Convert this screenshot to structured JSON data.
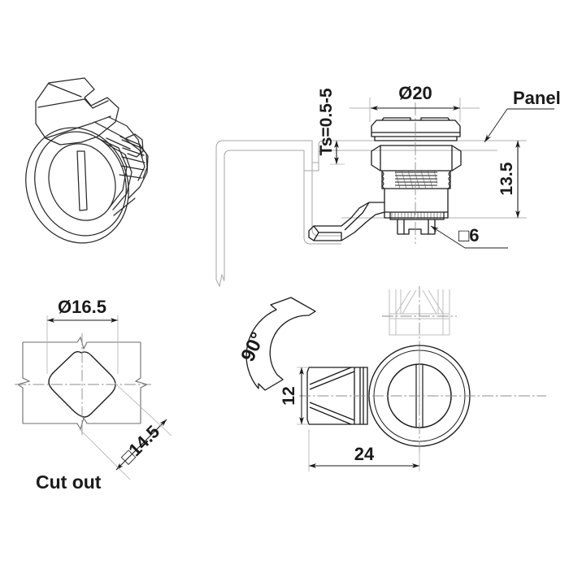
{
  "drawing": {
    "title": "Cam lock technical drawing",
    "type": "engineering-drawing",
    "background_color": "#ffffff",
    "line_color": "#1a1a1a",
    "construction_line_color": "#9a9a9a",
    "center_line_color": "#8a8a8a"
  },
  "views": {
    "isometric": {
      "name": "isometric-product-view",
      "description": "3D line art of cam lock with wing handle and round bezel"
    },
    "side_section": {
      "name": "side-elevation-view",
      "description": "Side elevation of lock installed through panel with cam arm"
    },
    "cutout": {
      "name": "panel-cutout-view",
      "description": "Panel cut out detail showing rotated rounded square hole",
      "caption": "Cut out"
    },
    "cam_plan": {
      "name": "cam-plan-view",
      "description": "Plan view of cam showing rotation and cam dimensions"
    }
  },
  "dimensions": {
    "bezel_diameter": "Ø20",
    "panel_thickness": "Ts=0.5-5",
    "grip_height": "13.5",
    "square_drive": "□6",
    "panel_callout": "Panel",
    "cutout_diameter": "Ø16.5",
    "cutout_square": "□14.5",
    "cam_thickness": "12",
    "cam_length": "24",
    "rotation_angle": "90°"
  },
  "labels": [
    {
      "id": "bezel-diameter",
      "text": "Ø20"
    },
    {
      "id": "panel-thickness",
      "text": "Ts=0.5-5"
    },
    {
      "id": "grip-height",
      "text": "13.5"
    },
    {
      "id": "square-drive",
      "text": "□6"
    },
    {
      "id": "panel",
      "text": "Panel"
    },
    {
      "id": "cutout-diameter",
      "text": "Ø16.5"
    },
    {
      "id": "cutout-square",
      "text": "□14.5"
    },
    {
      "id": "cut-out-caption",
      "text": "Cut out"
    },
    {
      "id": "rotation-angle",
      "text": "90°"
    },
    {
      "id": "cam-thickness",
      "text": "12"
    },
    {
      "id": "cam-length",
      "text": "24"
    }
  ]
}
